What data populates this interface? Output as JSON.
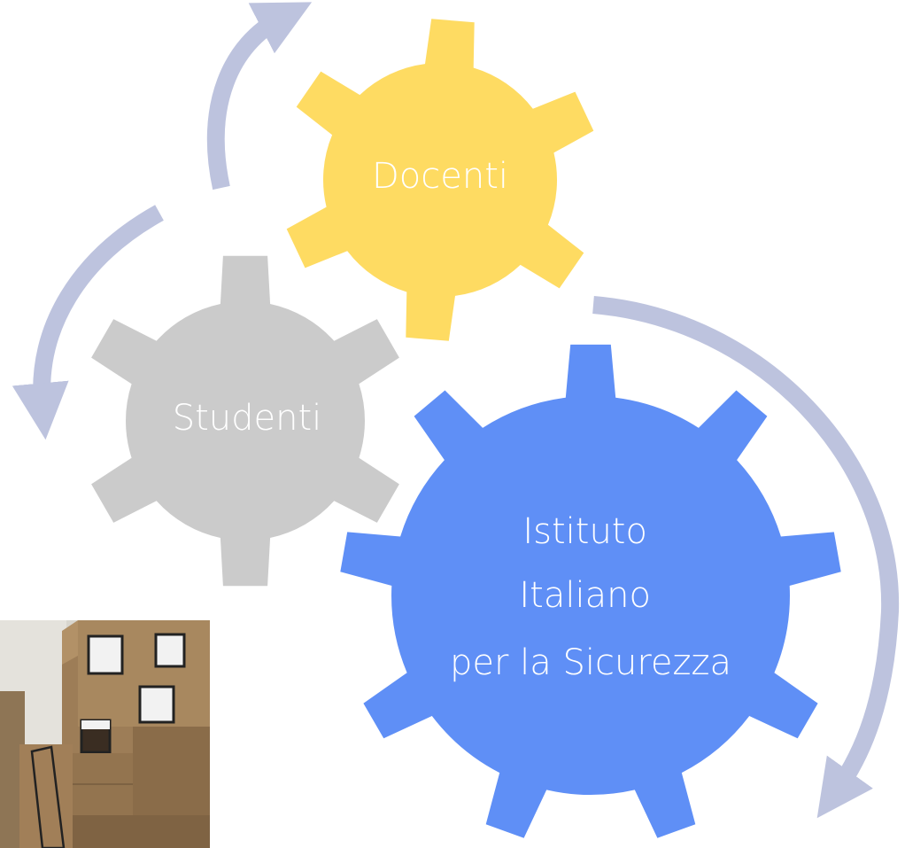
{
  "gears": [
    {
      "id": "docenti",
      "label": "Docenti",
      "lines": [
        "Docenti"
      ],
      "color": "#fedb62"
    },
    {
      "id": "studenti",
      "label": "Studenti",
      "lines": [
        "Studenti"
      ],
      "color": "#cbcbcb"
    },
    {
      "id": "istituto",
      "label": "Istituto Italiano per la Sicurezza",
      "lines": [
        "Istituto",
        "Italiano",
        "per la Sicurezza"
      ],
      "color": "#5f8ff6"
    }
  ],
  "arrow_color": "#bdc3de",
  "photo": {
    "subject": "cardboard building model"
  }
}
